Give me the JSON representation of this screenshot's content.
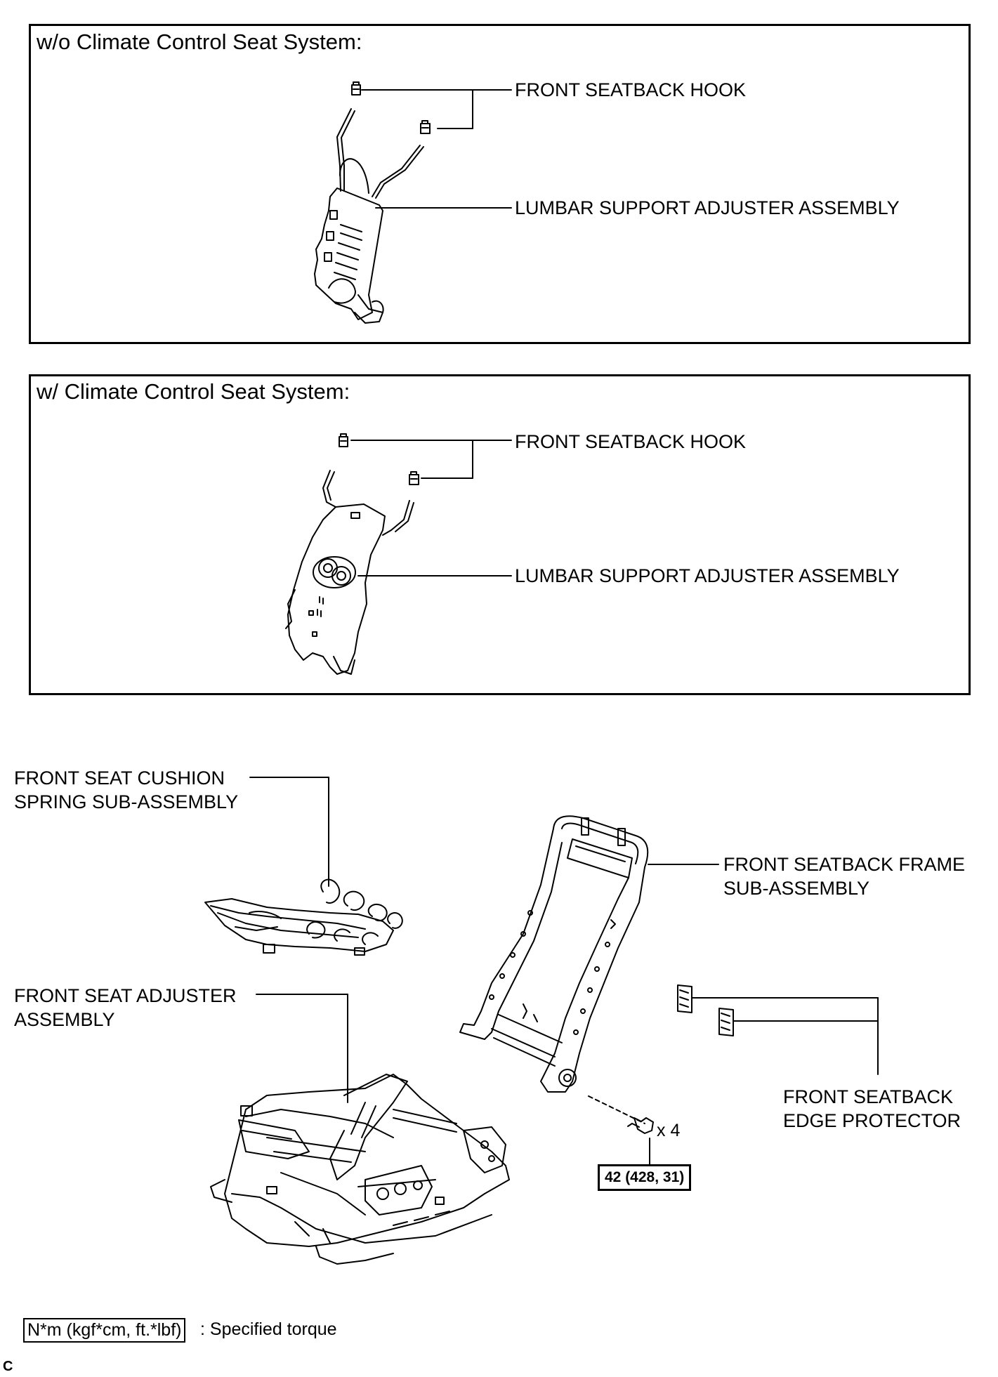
{
  "panel_without": {
    "heading": "w/o Climate Control Seat System:",
    "hook_label": "FRONT SEATBACK HOOK",
    "lumbar_label": "LUMBAR SUPPORT ADJUSTER ASSEMBLY"
  },
  "panel_with": {
    "heading": "w/ Climate Control Seat System:",
    "hook_label": "FRONT SEATBACK HOOK",
    "lumbar_label": "LUMBAR SUPPORT ADJUSTER ASSEMBLY"
  },
  "main": {
    "cushion_label_1": "FRONT SEAT CUSHION",
    "cushion_label_2": "SPRING SUB-ASSEMBLY",
    "frame_label_1": "FRONT SEATBACK FRAME",
    "frame_label_2": "SUB-ASSEMBLY",
    "adjuster_label_1": "FRONT SEAT ADJUSTER",
    "adjuster_label_2": "ASSEMBLY",
    "edge_label_1": "FRONT SEATBACK",
    "edge_label_2": "EDGE PROTECTOR",
    "bolt_qty": "x 4",
    "torque_value": "42 (428, 31)"
  },
  "legend": {
    "units": "N*m (kgf*cm, ft.*lbf)",
    "description": ": Specified torque"
  },
  "corner_mark": "C"
}
